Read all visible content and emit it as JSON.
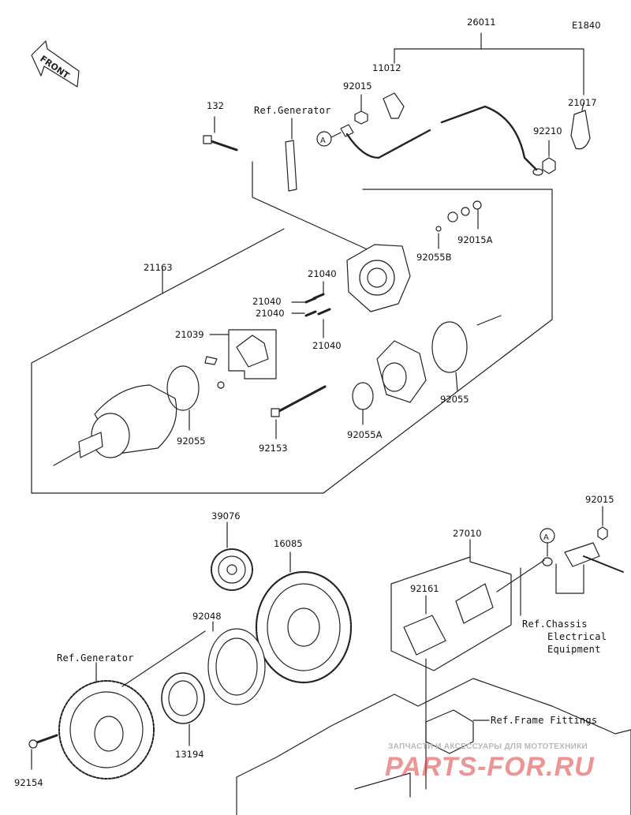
{
  "diagram_code": "E1840",
  "front_label": "FRONT",
  "callout_a": "A",
  "labels": {
    "p26011": "26011",
    "p11012": "11012",
    "p92015_top": "92015",
    "p132": "132",
    "ref_generator_top": "Ref.Generator",
    "p21017": "21017",
    "p92210": "92210",
    "p92015a": "92015A",
    "p92055b": "92055B",
    "p21163": "21163",
    "p21040_a": "21040",
    "p21040_b": "21040",
    "p21040_c": "21040",
    "p21040_d": "21040",
    "p21039": "21039",
    "p92055_left": "92055",
    "p92153": "92153",
    "p92055a": "92055A",
    "p92055_right": "92055",
    "p39076": "39076",
    "p16085": "16085",
    "p92048": "92048",
    "ref_generator_bottom": "Ref.Generator",
    "p13194": "13194",
    "p92154": "92154",
    "p27010": "27010",
    "p92161": "92161",
    "p92015_right": "92015",
    "ref_chassis_1": "Ref.Chassis",
    "ref_chassis_2": "Electrical",
    "ref_chassis_3": "Equipment",
    "ref_frame": "Ref.Frame Fittings"
  },
  "watermark": {
    "tagline": "ЗАПЧАСТИ И АКСЕССУАРЫ ДЛЯ МОТОТЕХНИКИ",
    "logo": "PARTS-FOR.RU"
  }
}
